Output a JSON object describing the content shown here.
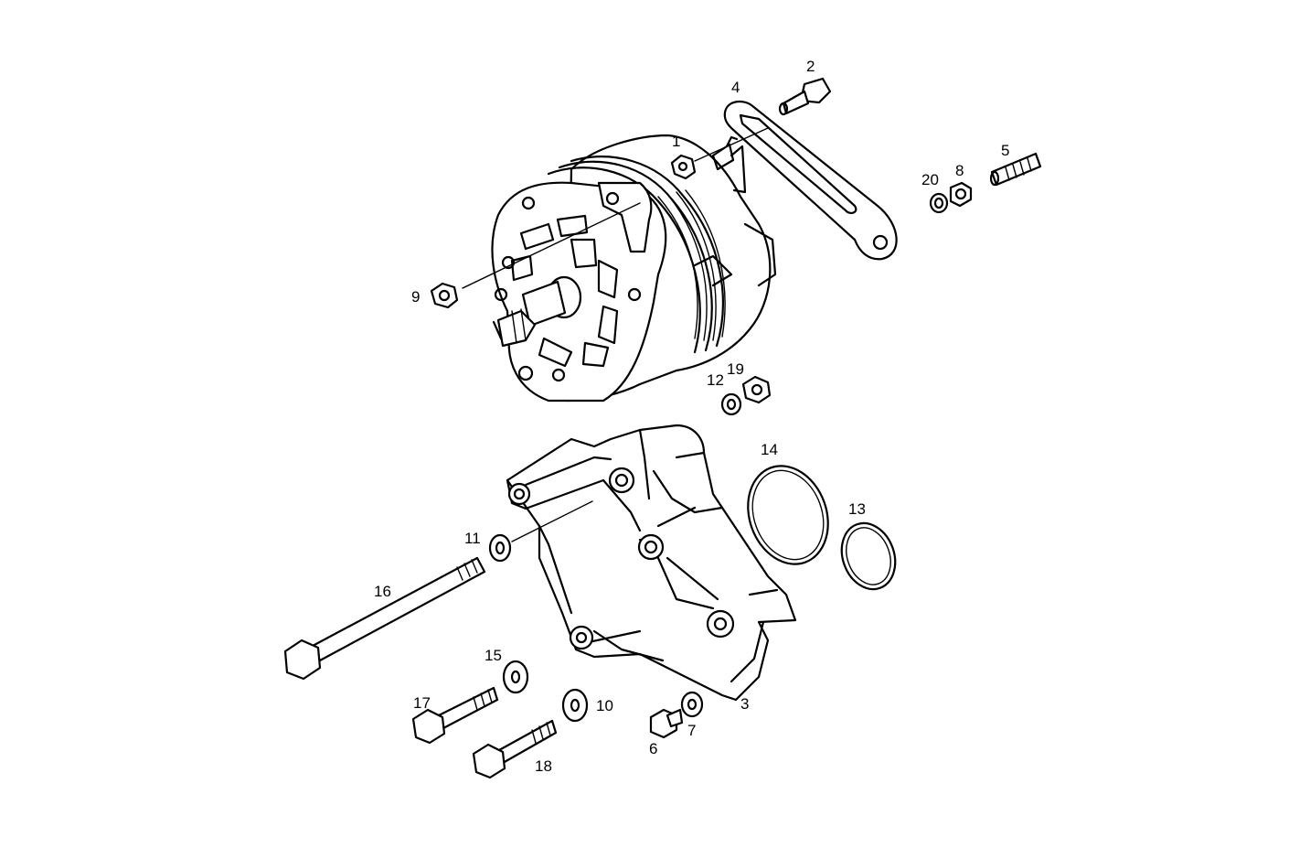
{
  "callouts": [
    {
      "id": "p1",
      "text": "1"
    },
    {
      "id": "p2",
      "text": "2"
    },
    {
      "id": "p3",
      "text": "3"
    },
    {
      "id": "p4",
      "text": "4"
    },
    {
      "id": "p5",
      "text": "5"
    },
    {
      "id": "p6",
      "text": "6"
    },
    {
      "id": "p7",
      "text": "7"
    },
    {
      "id": "p8",
      "text": "8"
    },
    {
      "id": "p9",
      "text": "9"
    },
    {
      "id": "p10",
      "text": "10"
    },
    {
      "id": "p11",
      "text": "11"
    },
    {
      "id": "p12",
      "text": "12"
    },
    {
      "id": "p13",
      "text": "13"
    },
    {
      "id": "p14",
      "text": "14"
    },
    {
      "id": "p15",
      "text": "15"
    },
    {
      "id": "p16",
      "text": "16"
    },
    {
      "id": "p17",
      "text": "17"
    },
    {
      "id": "p18",
      "text": "18"
    },
    {
      "id": "p19",
      "text": "19"
    },
    {
      "id": "p20",
      "text": "20"
    }
  ],
  "colors": {
    "line": "#000000",
    "background": "#ffffff"
  }
}
